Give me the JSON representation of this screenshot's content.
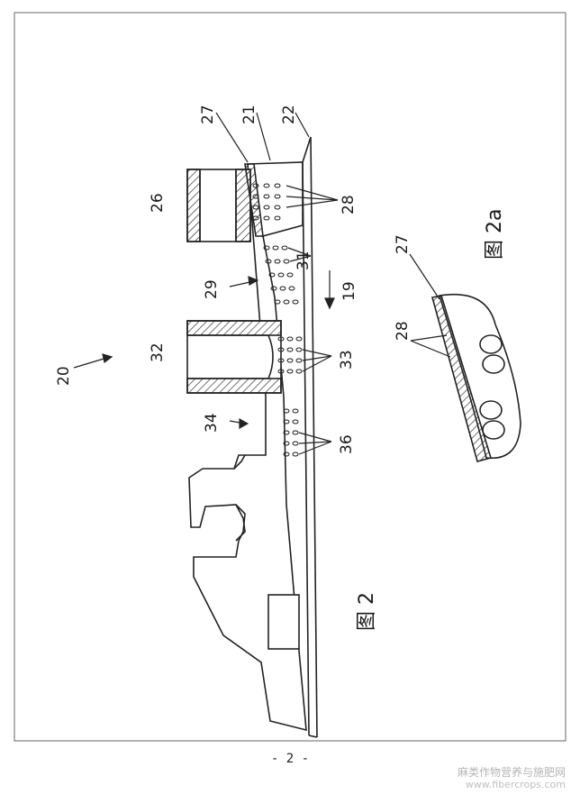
{
  "figure_2": {
    "caption": "图 2",
    "refs": {
      "r20": "20",
      "r21": "21",
      "r22": "22",
      "r26": "26",
      "r27": "27",
      "r28": "28",
      "r29": "29",
      "r31": "31",
      "r19": "19",
      "r32": "32",
      "r33": "33",
      "r34": "34",
      "r36": "36"
    }
  },
  "figure_2a": {
    "caption": "图 2a",
    "refs": {
      "r27": "27",
      "r28": "28"
    }
  },
  "page_number": "- 2 -",
  "watermark": {
    "line1": "麻类作物营养与施肥网",
    "line2": "www.fibercrops.com"
  }
}
